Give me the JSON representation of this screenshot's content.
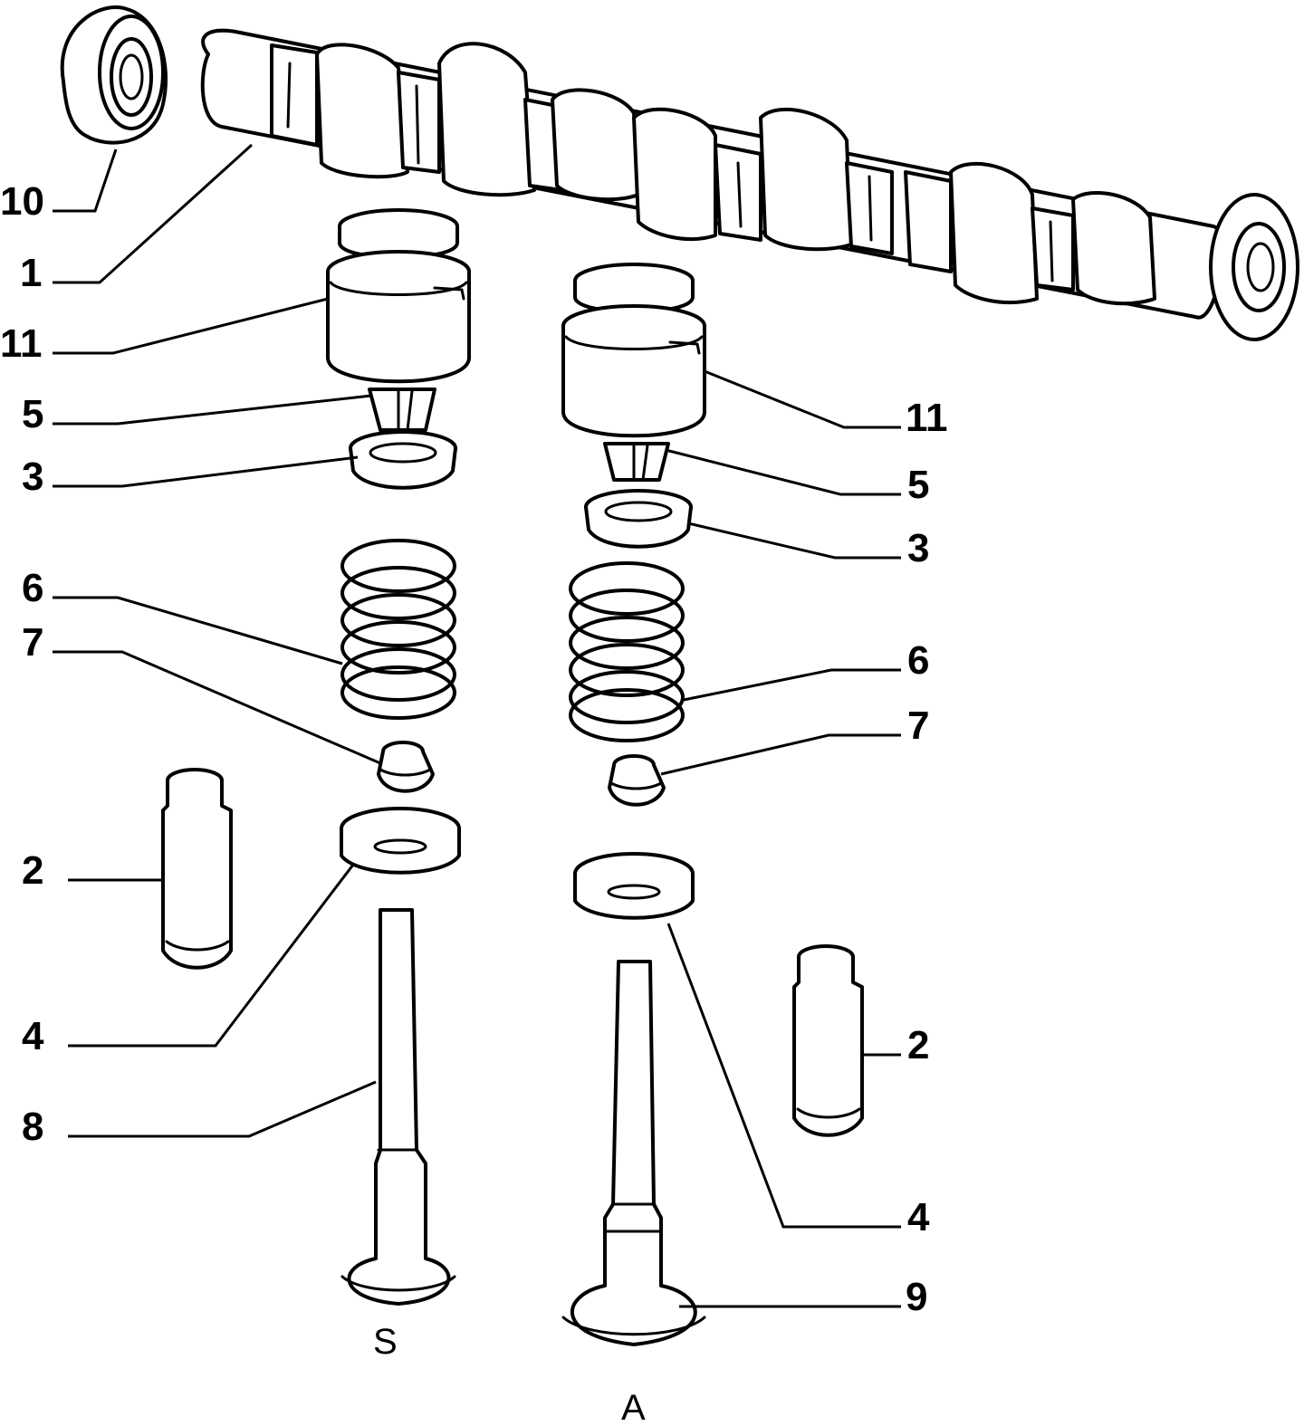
{
  "diagram": {
    "labels": {
      "camshaft": "1",
      "seal": "10",
      "tappet_left": "11",
      "tappet_right": "11",
      "cotters_left": "5",
      "cotters_right": "5",
      "upper_cap_left": "3",
      "upper_cap_right": "3",
      "spring_left": "6",
      "spring_right": "6",
      "stem_seal_left": "7",
      "stem_seal_right": "7",
      "guide_left": "2",
      "guide_right": "2",
      "lower_seat_left": "4",
      "lower_seat_right": "4",
      "intake_valve": "8",
      "exhaust_valve": "9"
    },
    "valve_captions": {
      "left": "S",
      "right": "A"
    }
  }
}
